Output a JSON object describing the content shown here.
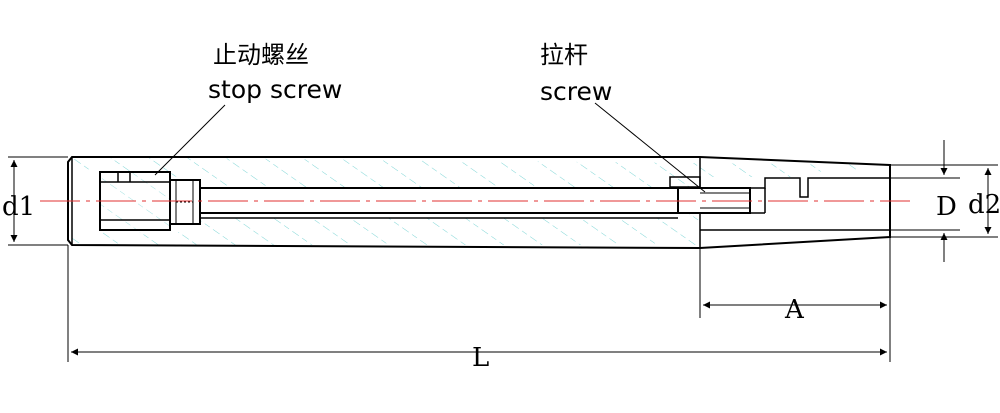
{
  "callouts": {
    "stop_screw": {
      "cn": "止动螺丝",
      "en": "stop screw"
    },
    "screw": {
      "cn": "拉杆",
      "en": "screw"
    }
  },
  "dimensions": {
    "d1": "d1",
    "D": "D",
    "d2": "d2",
    "A": "A",
    "L": "L"
  },
  "colors": {
    "outline": "#000000",
    "hatch": "#7fd6d6",
    "centerline": "#e03030"
  }
}
